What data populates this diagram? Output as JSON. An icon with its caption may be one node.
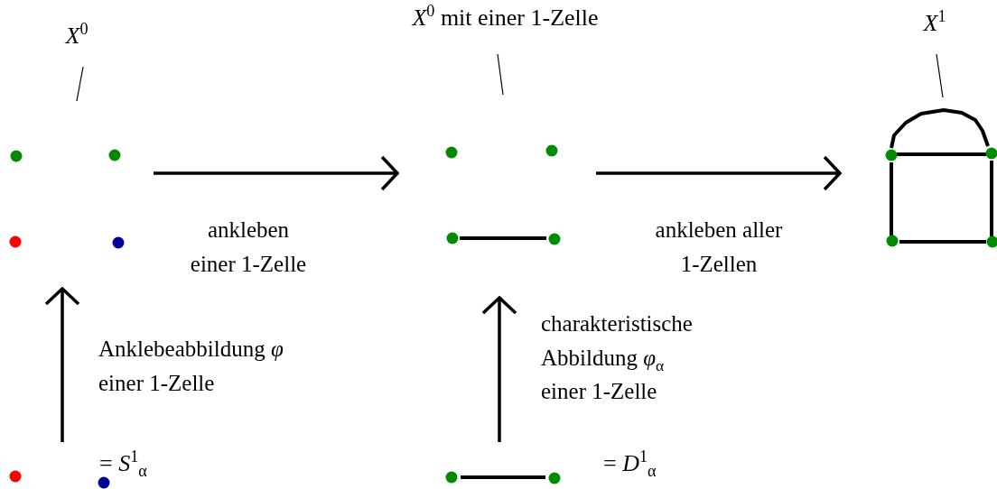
{
  "diagram": {
    "nodes": [
      {
        "text": [
          "*X*$^{0}$"
        ]
      },
      {
        "text": [],
        "shape": "picture"
      },
      {
        "text": [
          "*X*$^{0}$ mit einer 1-Zelle"
        ]
      },
      {
        "text": [],
        "shape": "picture"
      },
      {
        "text": [
          "*X*$^{1}$"
        ]
      },
      {
        "text": [],
        "shape": "picture"
      },
      {
        "text": [],
        "shape": "picture",
        "beside": [
          "= *S*$^{1}$$_{α}$"
        ]
      },
      {
        "text": [],
        "shape": "picture",
        "beside": [
          "= *D*$^{1}$$_{α}$"
        ]
      }
    ],
    "edges": [
      {
        "from": 0,
        "to": 1,
        "arrow": "none"
      },
      {
        "from": 2,
        "to": 3,
        "arrow": "none"
      },
      {
        "from": 4,
        "to": 5,
        "arrow": "none"
      },
      {
        "from": 1,
        "to": 3,
        "arrow": "to",
        "label": "ankleben einer 1-Zelle"
      },
      {
        "from": 3,
        "to": 5,
        "arrow": "to",
        "label": "ankleben aller 1-Zellen"
      },
      {
        "from": 6,
        "to": 1,
        "arrow": "to",
        "label": "Anklebeabbildung *φ* einer 1-Zelle"
      },
      {
        "from": 7,
        "to": 3,
        "arrow": "to",
        "label": "charakteristische Abbildung *φ*$_{α}$ einer 1-Zelle"
      }
    ]
  }
}
